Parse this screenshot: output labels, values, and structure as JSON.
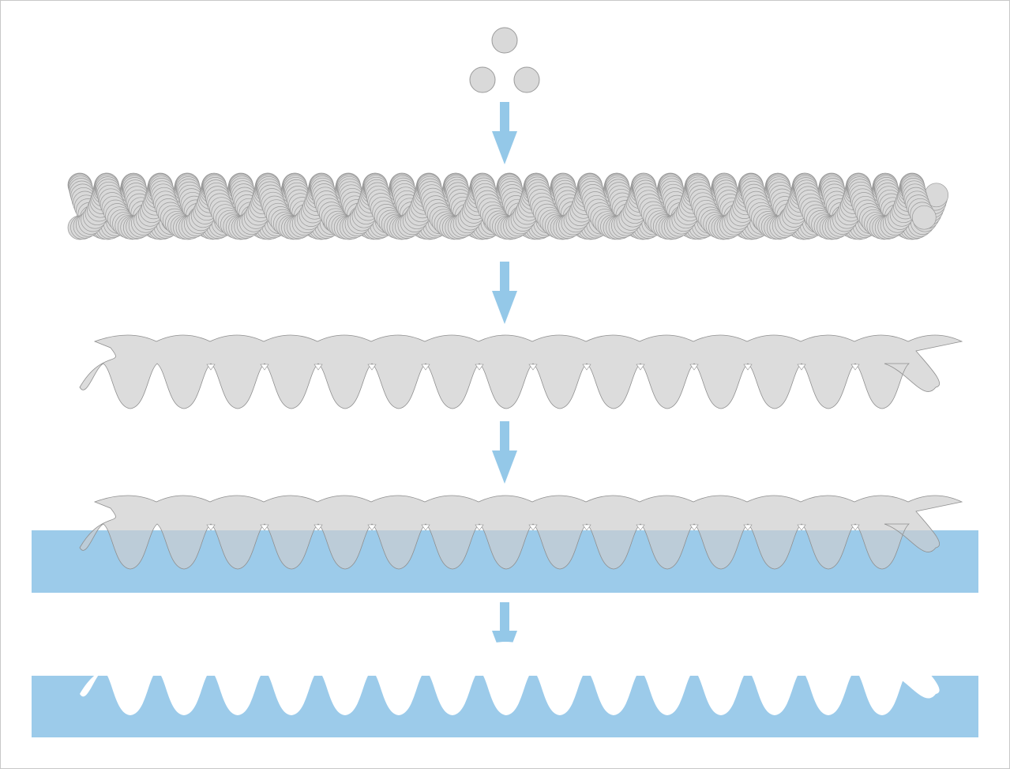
{
  "diagram": {
    "colors": {
      "sphere_fill": "#d9d9d9",
      "sphere_stroke": "#9a9a9a",
      "arrow": "#94c8e8",
      "matrix": "#9ccbea",
      "composite_fill": "#dcdcdc",
      "composite_stroke": "#8f8f8f"
    },
    "stages": [
      {
        "name": "particles",
        "count": 3
      },
      {
        "name": "helical-strands",
        "strands": 2
      },
      {
        "name": "fused-template",
        "bridge_holes": 14
      },
      {
        "name": "template-in-matrix"
      },
      {
        "name": "inverse-replica"
      }
    ],
    "arrows": 4,
    "repeat_units": 15
  }
}
